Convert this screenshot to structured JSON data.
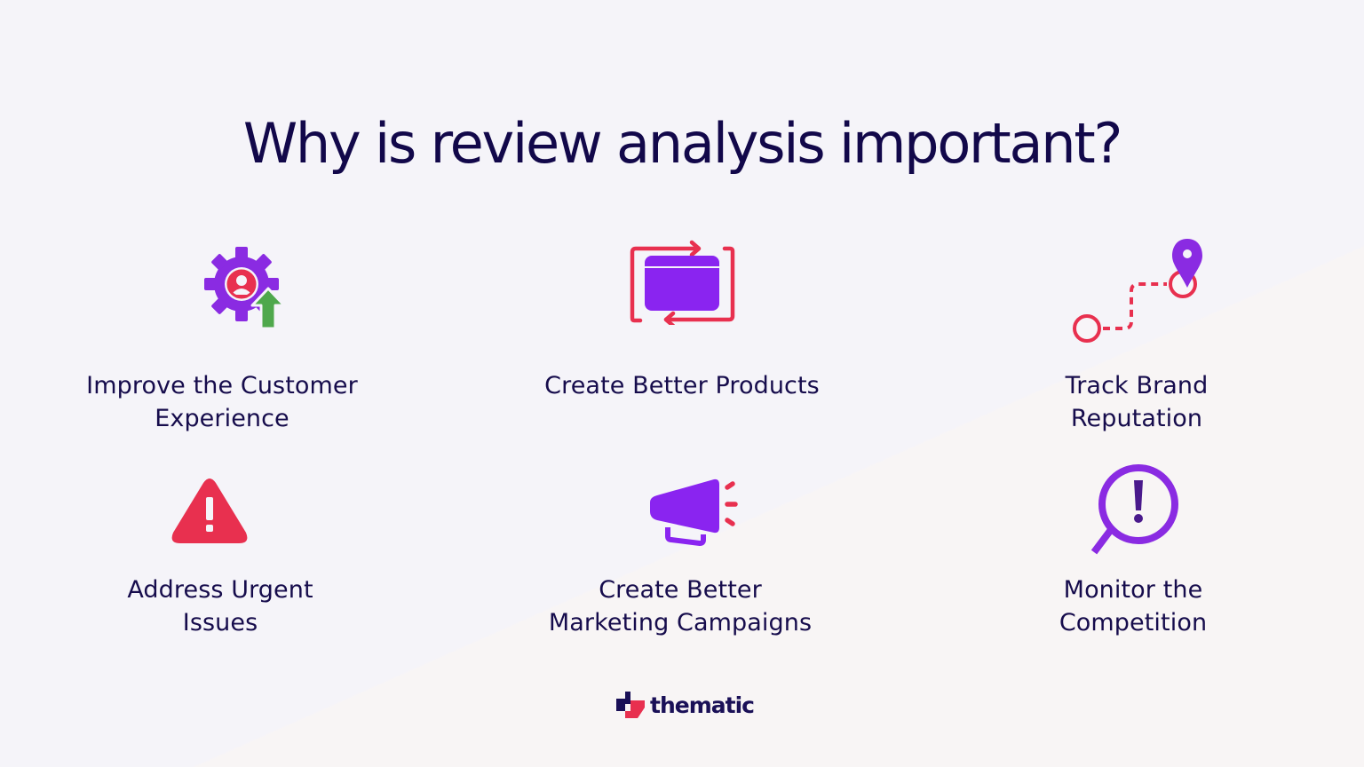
{
  "title": "Why is review analysis important?",
  "colors": {
    "background_top": "#f5f4f9",
    "background_bottom": "#f8f5f5",
    "text_navy": "#160c4c",
    "purple": "#8a2be2",
    "red": "#e8304f",
    "green": "#4fa84c"
  },
  "items": [
    {
      "icon": "gear-user-upgrade-icon",
      "line1": "Improve the Customer",
      "line2": "Experience"
    },
    {
      "icon": "window-cycle-arrows-icon",
      "line1": "Create Better Products",
      "line2": ""
    },
    {
      "icon": "route-map-pin-icon",
      "line1": "Track Brand",
      "line2": "Reputation"
    },
    {
      "icon": "warning-triangle-icon",
      "line1": "Address Urgent",
      "line2": "Issues"
    },
    {
      "icon": "megaphone-icon",
      "line1": "Create Better",
      "line2": "Marketing Campaigns"
    },
    {
      "icon": "magnifier-alert-icon",
      "line1": "Monitor the",
      "line2": "Competition"
    }
  ],
  "footer": {
    "logo_text": "thematic"
  }
}
